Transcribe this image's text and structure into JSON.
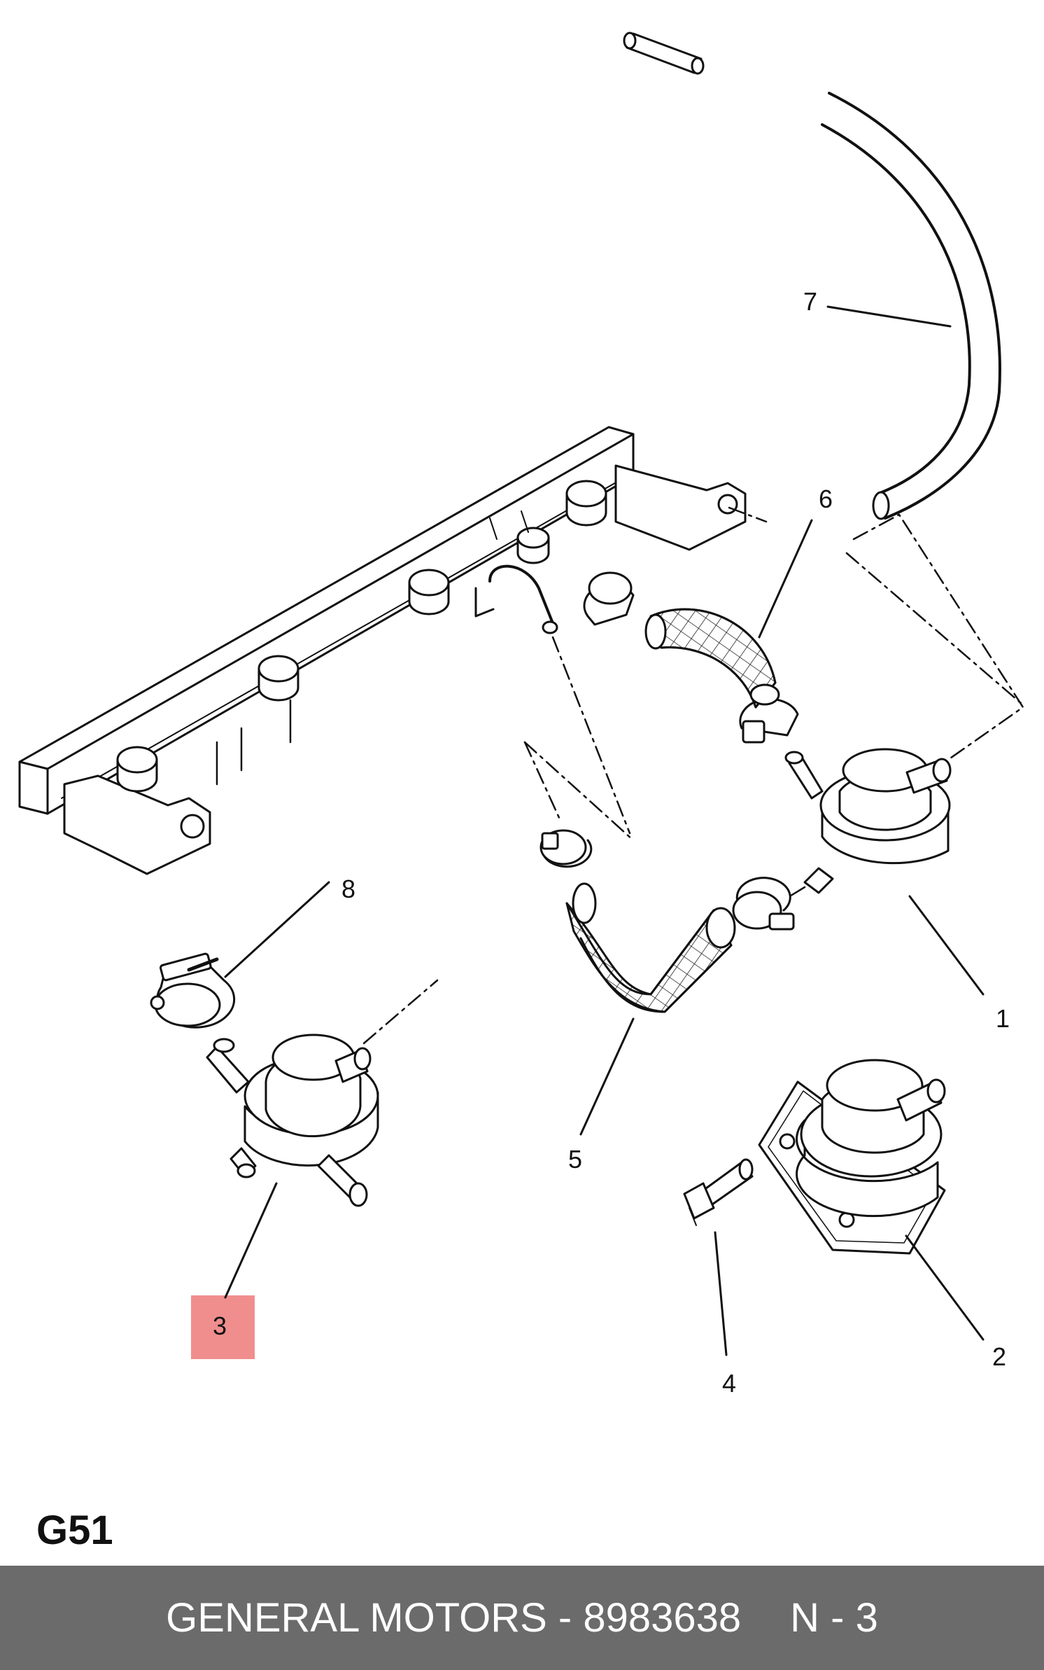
{
  "callouts": {
    "c1": "1",
    "c2": "2",
    "c3": "3",
    "c4": "4",
    "c5": "5",
    "c6": "6",
    "c7": "7",
    "c8": "8"
  },
  "highlighted_callout": "3",
  "highlight_color": "#f08e8e",
  "section_code": "G51",
  "footer": {
    "brand_part": "GENERAL MOTORS - 8983638",
    "position": "N - 3",
    "background": "#6b6b6b"
  }
}
